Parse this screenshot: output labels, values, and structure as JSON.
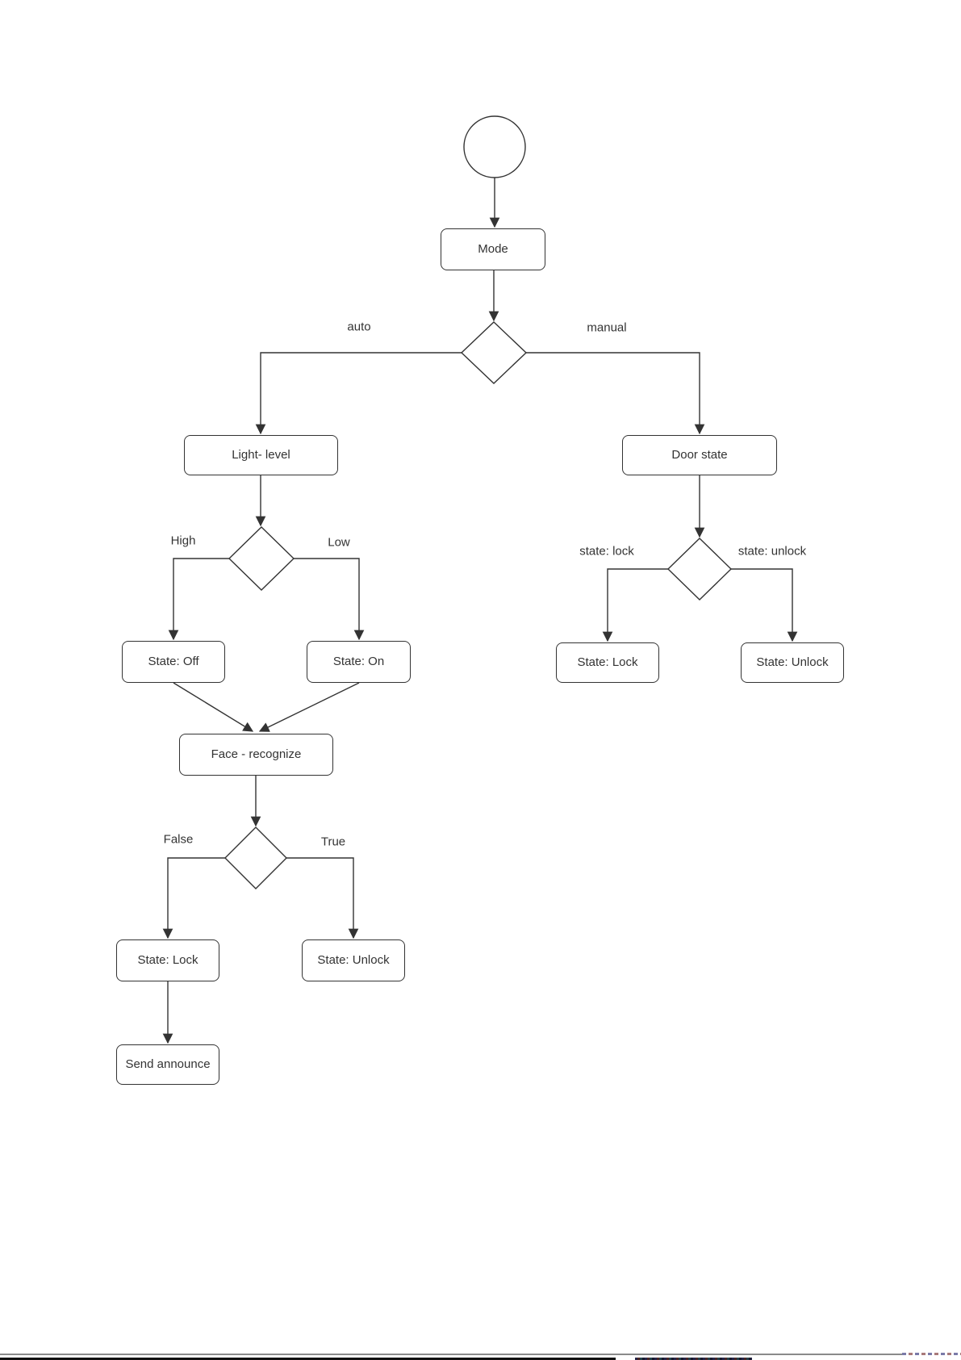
{
  "canvas": {
    "background": "#ffffff",
    "stroke_color": "#333333",
    "text_color": "#333333",
    "node_fill": "#ffffff"
  },
  "diagram": {
    "type": "flowchart",
    "nodes": {
      "start": "",
      "mode": "Mode",
      "light_level": "Light- level",
      "door_state": "Door state",
      "state_off": "State: Off",
      "state_on": "State: On",
      "face_recognize": "Face - recognize",
      "state_lock_auto": "State: Lock",
      "state_unlock_auto": "State: Unlock",
      "send_announce": "Send announce",
      "state_lock_manual": "State: Lock",
      "state_unlock_manual": "State: Unlock"
    },
    "edge_labels": {
      "auto": "auto",
      "manual": "manual",
      "high": "High",
      "low": "Low",
      "false": "False",
      "true": "True",
      "state_lock": "state: lock",
      "state_unlock": "state: unlock"
    },
    "edges": [
      {
        "from": "start",
        "to": "mode"
      },
      {
        "from": "mode",
        "to": "mode-decision"
      },
      {
        "from": "mode-decision",
        "to": "light_level",
        "label": "auto"
      },
      {
        "from": "mode-decision",
        "to": "door_state",
        "label": "manual"
      },
      {
        "from": "light_level",
        "to": "light-decision"
      },
      {
        "from": "light-decision",
        "to": "state_off",
        "label": "High"
      },
      {
        "from": "light-decision",
        "to": "state_on",
        "label": "Low"
      },
      {
        "from": "state_off",
        "to": "face_recognize"
      },
      {
        "from": "state_on",
        "to": "face_recognize"
      },
      {
        "from": "face_recognize",
        "to": "face-decision"
      },
      {
        "from": "face-decision",
        "to": "state_lock_auto",
        "label": "False"
      },
      {
        "from": "face-decision",
        "to": "state_unlock_auto",
        "label": "True"
      },
      {
        "from": "state_lock_auto",
        "to": "send_announce"
      },
      {
        "from": "door_state",
        "to": "door-decision"
      },
      {
        "from": "door-decision",
        "to": "state_lock_manual",
        "label": "state: lock"
      },
      {
        "from": "door-decision",
        "to": "state_unlock_manual",
        "label": "state: unlock"
      }
    ]
  }
}
